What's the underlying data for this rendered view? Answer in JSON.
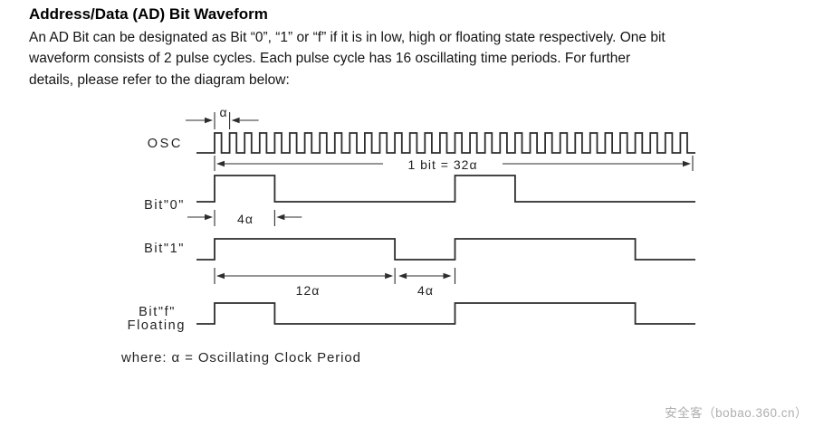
{
  "page": {
    "title": "Address/Data (AD) Bit Waveform",
    "intro_lines": [
      "An AD Bit can be designated as Bit “0”, “1” or “f” if it is in low, high or floating state respectively. One bit",
      "waveform consists of 2 pulse cycles. Each pulse cycle has 16 oscillating time periods. For further",
      "details, please refer to the diagram below:"
    ]
  },
  "diagram": {
    "rows": {
      "osc": {
        "label": "OSC"
      },
      "bit0": {
        "label": "Bit\"0\""
      },
      "bit1": {
        "label": "Bit\"1\""
      },
      "bitf": {
        "label": "Bit\"f\"",
        "label2": "Floating"
      }
    },
    "annotations": {
      "alpha_symbol": "α",
      "one_bit": "1 bit = 32α",
      "bit0_high_width": "4α",
      "bit1_high_width": "12α",
      "bit1_low_width": "4α",
      "where_note": "where: α = Oscillating Clock Period"
    },
    "timing": {
      "alpha_per_bit": 32,
      "osc_cycles": 32,
      "pulse_cycles_per_bit": 2,
      "segments_alpha": {
        "bit0": [
          [
            1,
            4
          ],
          [
            0,
            12
          ],
          [
            1,
            4
          ],
          [
            0,
            12
          ]
        ],
        "bit1": [
          [
            1,
            12
          ],
          [
            0,
            4
          ],
          [
            1,
            12
          ],
          [
            0,
            4
          ]
        ],
        "bitf": [
          [
            1,
            4
          ],
          [
            0,
            12
          ],
          [
            1,
            12
          ],
          [
            0,
            4
          ]
        ]
      }
    },
    "line_color": "#2d2d2d"
  },
  "watermark": {
    "text": "安全客（bobao.360.cn）",
    "color": "#b0aeae"
  }
}
